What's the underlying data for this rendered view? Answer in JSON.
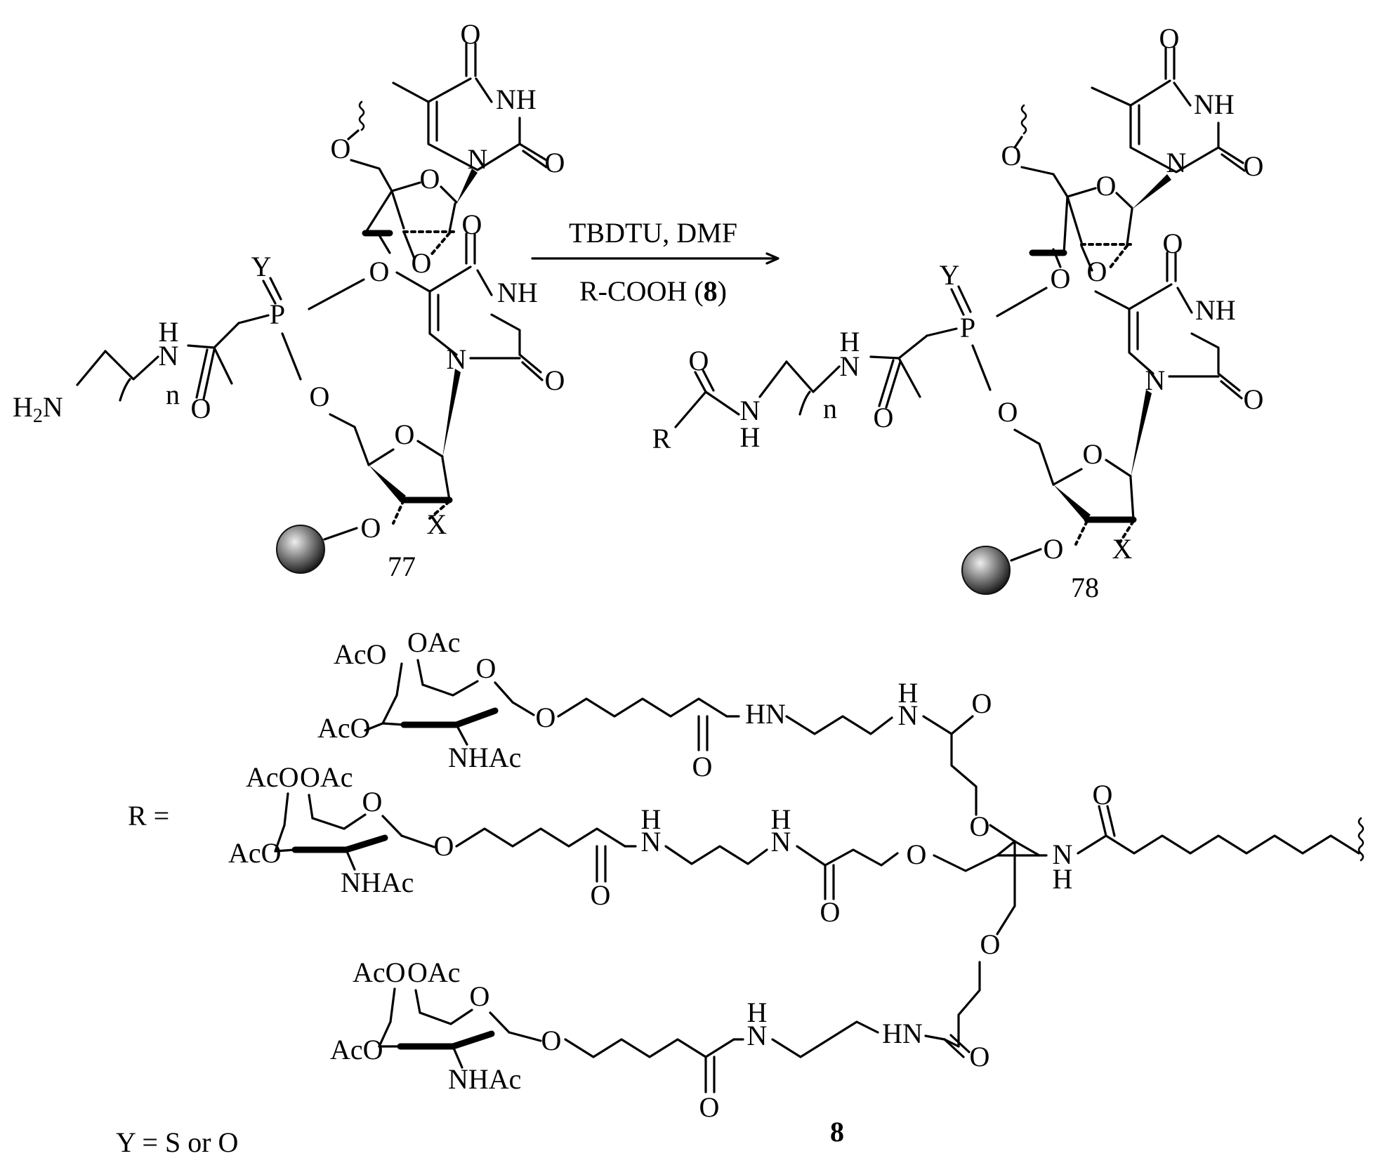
{
  "header_fragment": "",
  "reaction": {
    "reagents_top": "TBDTU, DMF",
    "reagents_bottom_prefix": "R-COOH (",
    "reagents_bottom_num": "8",
    "reagents_bottom_suffix": ")"
  },
  "compounds": {
    "start": "77",
    "product": "78",
    "r_group": "8"
  },
  "labels": {
    "O": "O",
    "NH": "NH",
    "N": "N",
    "H": "H",
    "HN": "HN",
    "P": "P",
    "Y": "Y",
    "X": "X",
    "n": "n",
    "R": "R",
    "H2N_H": "H",
    "H2N_2": "2",
    "H2N_N": "N",
    "OAc": "OAc",
    "AcO": "AcO",
    "NHAc": "NHAc"
  },
  "r_definition": "R =",
  "y_definition": "Y = S or O"
}
